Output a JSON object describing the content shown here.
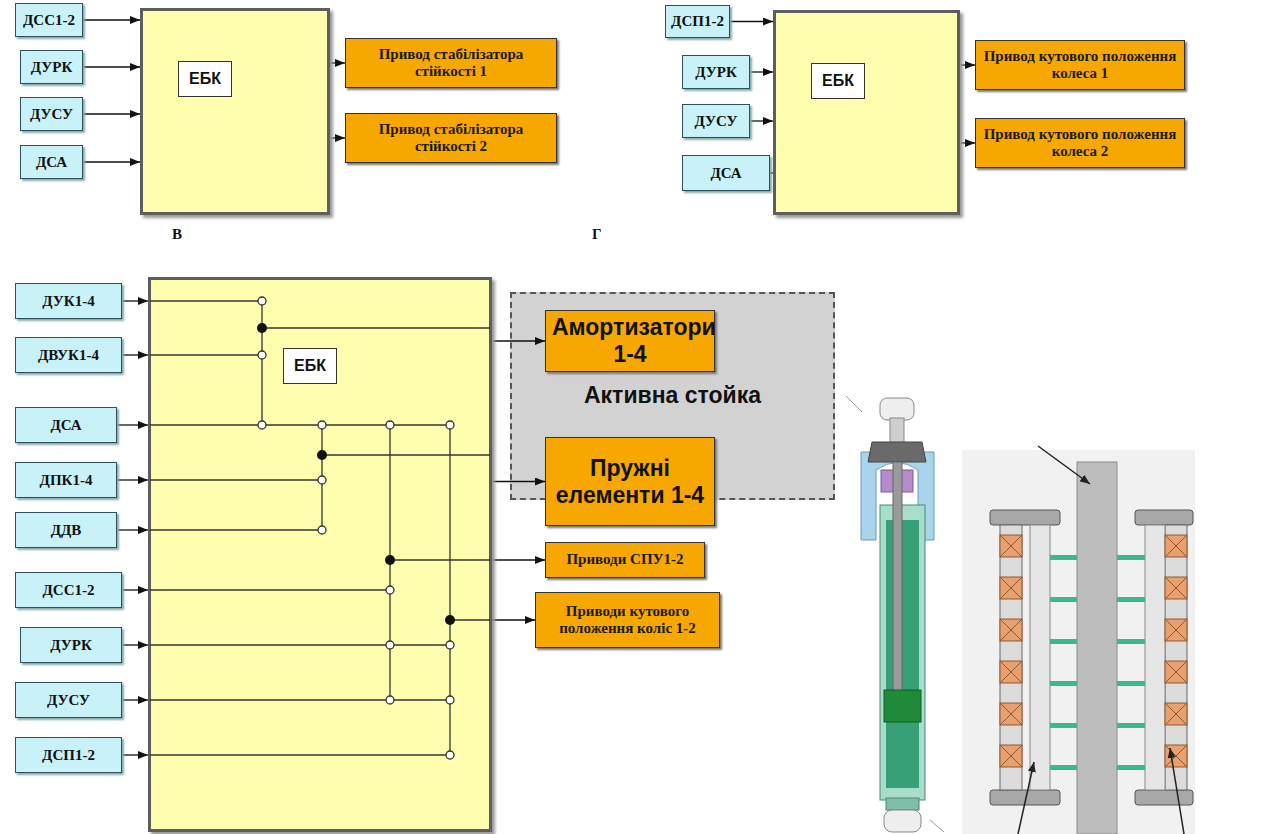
{
  "diagram": {
    "nodes": [
      {
        "text": [
          "ДСС1-2"
        ]
      },
      {
        "text": [
          "ДУРК"
        ]
      },
      {
        "text": [
          "ДУСУ"
        ]
      },
      {
        "text": [
          "ДСА"
        ]
      },
      {
        "text": [
          "ЕБК"
        ]
      },
      {
        "text": [
          "Привод стабілізатора стійкості 1"
        ]
      },
      {
        "text": [
          "Привод стабілізатора стійкості 2"
        ]
      },
      {
        "text": [
          "ДСП1-2"
        ]
      },
      {
        "text": [
          "ДУРК"
        ]
      },
      {
        "text": [
          "ДУСУ"
        ]
      },
      {
        "text": [
          "ДСА"
        ]
      },
      {
        "text": [
          "ЕБК"
        ]
      },
      {
        "text": [
          "Привод кутового положення колеса 1"
        ]
      },
      {
        "text": [
          "Привод кутового положення колеса 2"
        ]
      },
      {
        "text": [
          "ДУК1-4"
        ]
      },
      {
        "text": [
          "ДВУК1-4"
        ]
      },
      {
        "text": [
          "ДСА"
        ]
      },
      {
        "text": [
          "ДПК1-4"
        ]
      },
      {
        "text": [
          "ДДВ"
        ]
      },
      {
        "text": [
          "ДСС1-2"
        ]
      },
      {
        "text": [
          "ДУРК"
        ]
      },
      {
        "text": [
          "ДУСУ"
        ]
      },
      {
        "text": [
          "ДСП1-2"
        ]
      },
      {
        "text": [
          "ЕБК"
        ]
      },
      {
        "text": [
          "Активна стойка"
        ]
      },
      {
        "text": [
          "Амортизатори 1-4"
        ],
        "in": 24
      },
      {
        "text": [
          "Пружні елементи 1-4"
        ],
        "in": 24
      },
      {
        "text": [
          "Приводи СПУ1-2"
        ]
      },
      {
        "text": [
          "Приводи кутового положення коліс 1-2"
        ]
      }
    ],
    "edges": [
      {
        "from": 0,
        "to": 4,
        "arrow": "to"
      },
      {
        "from": 1,
        "to": 4,
        "arrow": "to"
      },
      {
        "from": 2,
        "to": 4,
        "arrow": "to"
      },
      {
        "from": 3,
        "to": 4,
        "arrow": "to"
      },
      {
        "from": 4,
        "to": 5,
        "arrow": "to"
      },
      {
        "from": 4,
        "to": 6,
        "arrow": "to"
      },
      {
        "from": 7,
        "to": 11,
        "arrow": "to"
      },
      {
        "from": 8,
        "to": 11,
        "arrow": "to"
      },
      {
        "from": 9,
        "to": 11,
        "arrow": "to"
      },
      {
        "from": 10,
        "to": 11,
        "arrow": "to"
      },
      {
        "from": 11,
        "to": 12,
        "arrow": "to"
      },
      {
        "from": 11,
        "to": 13,
        "arrow": "to"
      },
      {
        "from": 14,
        "to": 23,
        "arrow": "to"
      },
      {
        "from": 15,
        "to": 23,
        "arrow": "to"
      },
      {
        "from": 16,
        "to": 23,
        "arrow": "to"
      },
      {
        "from": 17,
        "to": 23,
        "arrow": "to"
      },
      {
        "from": 18,
        "to": 23,
        "arrow": "to"
      },
      {
        "from": 19,
        "to": 23,
        "arrow": "to"
      },
      {
        "from": 20,
        "to": 23,
        "arrow": "to"
      },
      {
        "from": 21,
        "to": 23,
        "arrow": "to"
      },
      {
        "from": 22,
        "to": 23,
        "arrow": "to"
      },
      {
        "from": 23,
        "to": 25,
        "arrow": "to"
      },
      {
        "from": 23,
        "to": 26,
        "arrow": "to"
      },
      {
        "from": 23,
        "to": 27,
        "arrow": "to"
      },
      {
        "from": 23,
        "to": 28,
        "arrow": "to"
      }
    ],
    "labels": [
      "В",
      "Г"
    ]
  }
}
